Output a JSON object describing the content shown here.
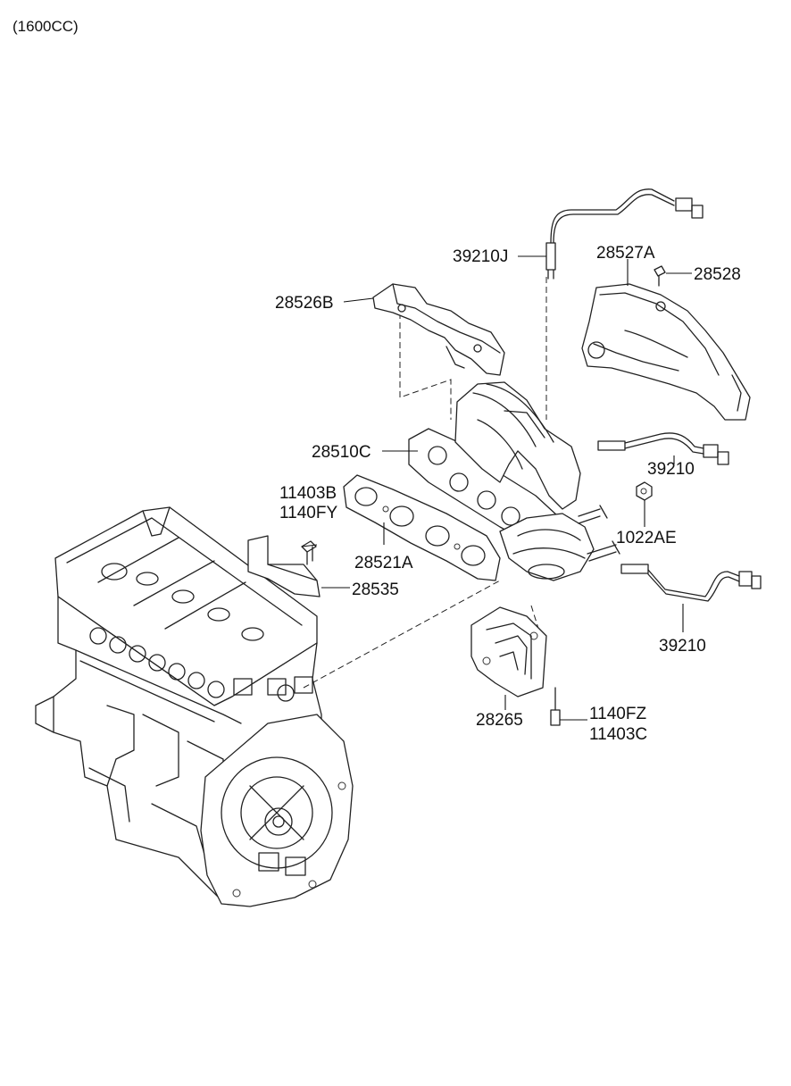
{
  "header": {
    "engine_label": "(1600CC)"
  },
  "callouts": {
    "c39210J": "39210J",
    "c28527A": "28527A",
    "c28528": "28528",
    "c28526B": "28526B",
    "c28510C": "28510C",
    "c39210_upper": "39210",
    "c11403B": "11403B",
    "c1140FY": "1140FY",
    "c1022AE": "1022AE",
    "c28521A": "28521A",
    "c28535": "28535",
    "c39210_lower": "39210",
    "c28265": "28265",
    "c1140FZ": "1140FZ",
    "c11403C": "11403C"
  },
  "icons": {
    "engine": "engine-block-drawing",
    "manifold": "exhaust-manifold-drawing",
    "heat_shield_upper": "heat-shield-drawing",
    "heat_shield_lower": "lower-heat-protector-drawing",
    "gasket": "manifold-gasket-drawing",
    "oxygen_sensor": "oxygen-sensor-drawing"
  }
}
